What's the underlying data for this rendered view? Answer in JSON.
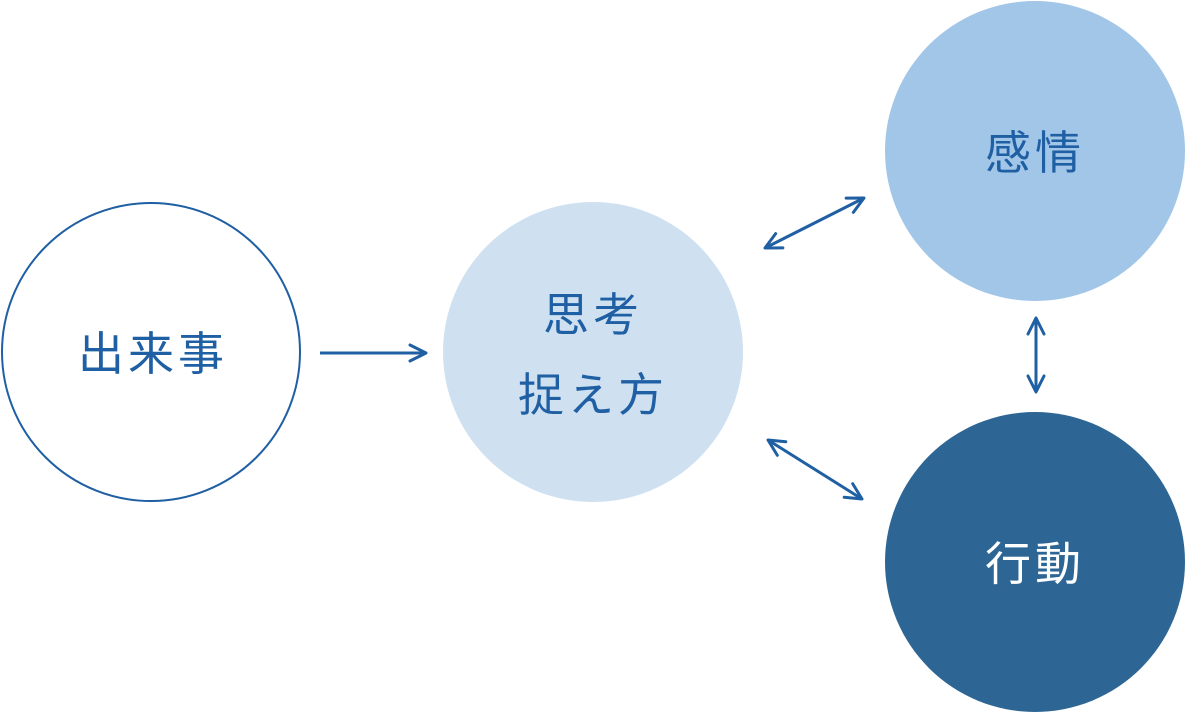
{
  "nodes": {
    "event": {
      "label": "出来事"
    },
    "thinking": {
      "line1": "思考",
      "line2": "捉え方"
    },
    "emotion": {
      "label": "感情"
    },
    "action": {
      "label": "行動"
    }
  },
  "colors": {
    "primary_blue": "#1f5fa3",
    "thinking_fill": "#cfe0f1",
    "emotion_fill": "#a2c6e8",
    "action_fill": "#2d6594",
    "event_fill": "#ffffff",
    "white_text": "#ffffff"
  }
}
